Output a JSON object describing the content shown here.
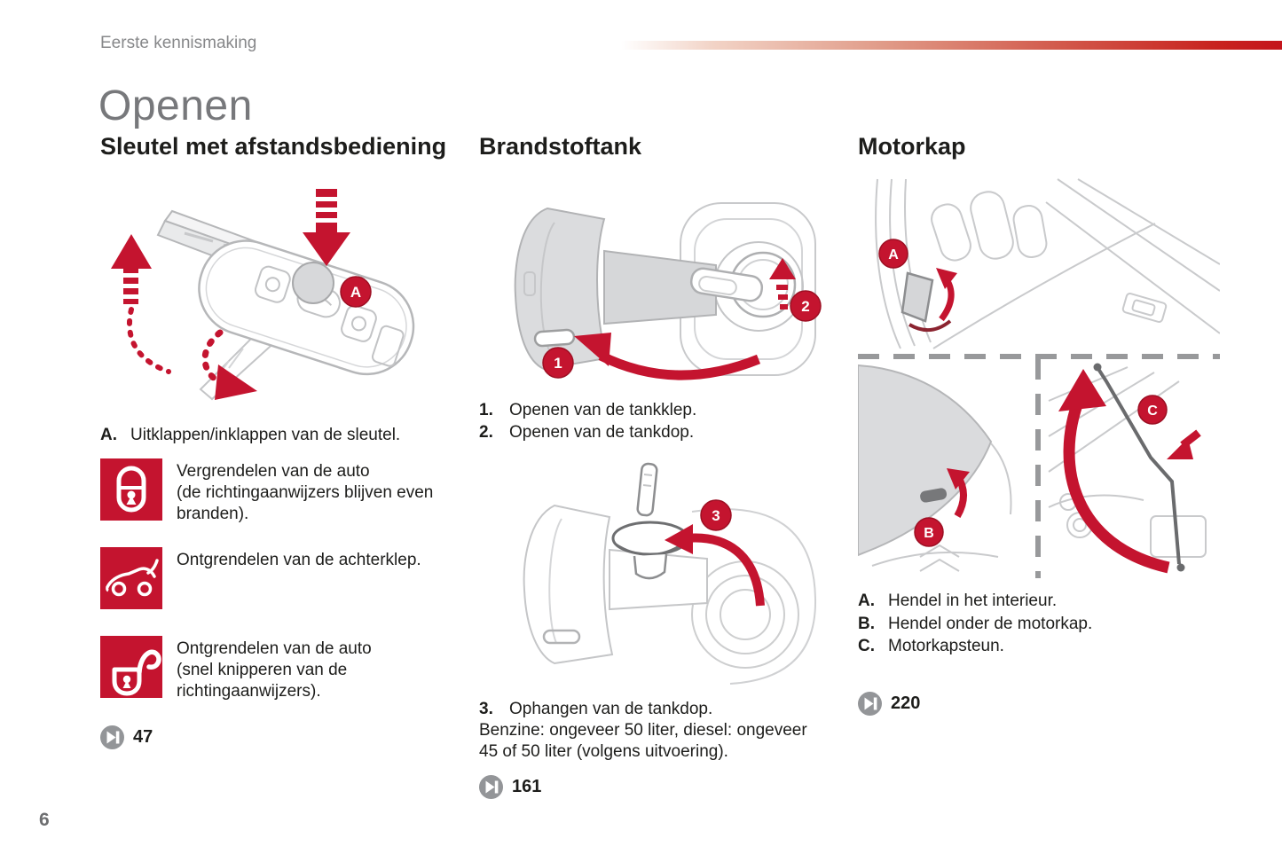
{
  "header": {
    "section": "Eerste kennismaking",
    "title": "Openen"
  },
  "colors": {
    "accent_red": "#c4142f",
    "title_gray": "#77787b",
    "breadcrumb_gray": "#87888a",
    "reference_gray": "#939598",
    "illustration_line_gray": "#c6c7c9"
  },
  "icons": {
    "reference": "skip-forward-icon",
    "row_icons": [
      "lock-closed-icon",
      "car-tailgate-open-icon",
      "lock-open-icon"
    ]
  },
  "key_section": {
    "heading": "Sleutel met afstandsbediening",
    "callout_a": "A",
    "item_a": {
      "num": "A.",
      "text": "Uitklappen/inklappen van de sleutel."
    },
    "rows": [
      {
        "lines": [
          "Vergrendelen van de auto",
          "(de richtingaanwijzers blijven even",
          "branden)."
        ]
      },
      {
        "lines": [
          "Ontgrendelen van de achterklep."
        ]
      },
      {
        "lines": [
          "Ontgrendelen van de auto",
          "(snel knipperen van de",
          "richtingaanwijzers)."
        ]
      }
    ],
    "reference": "47"
  },
  "fuel_section": {
    "heading": "Brandstoftank",
    "callout_1": "1",
    "callout_2": "2",
    "callout_3": "3",
    "steps": [
      {
        "num": "1.",
        "text": "Openen van de tankklep."
      },
      {
        "num": "2.",
        "text": "Openen van de tankdop."
      }
    ],
    "step_3": {
      "num": "3.",
      "text": "Ophangen van de tankdop."
    },
    "note_lines": [
      "Benzine: ongeveer 50 liter, diesel: ongeveer",
      "45 of 50 liter (volgens uitvoering)."
    ],
    "reference": "161"
  },
  "hood_section": {
    "heading": "Motorkap",
    "callout_a": "A",
    "callout_b": "B",
    "callout_c": "C",
    "items": [
      {
        "num": "A.",
        "text": "Hendel in het interieur."
      },
      {
        "num": "B.",
        "text": "Hendel onder de motorkap."
      },
      {
        "num": "C.",
        "text": "Motorkapsteun."
      }
    ],
    "reference": "220"
  },
  "footer": {
    "page_number": "6"
  }
}
